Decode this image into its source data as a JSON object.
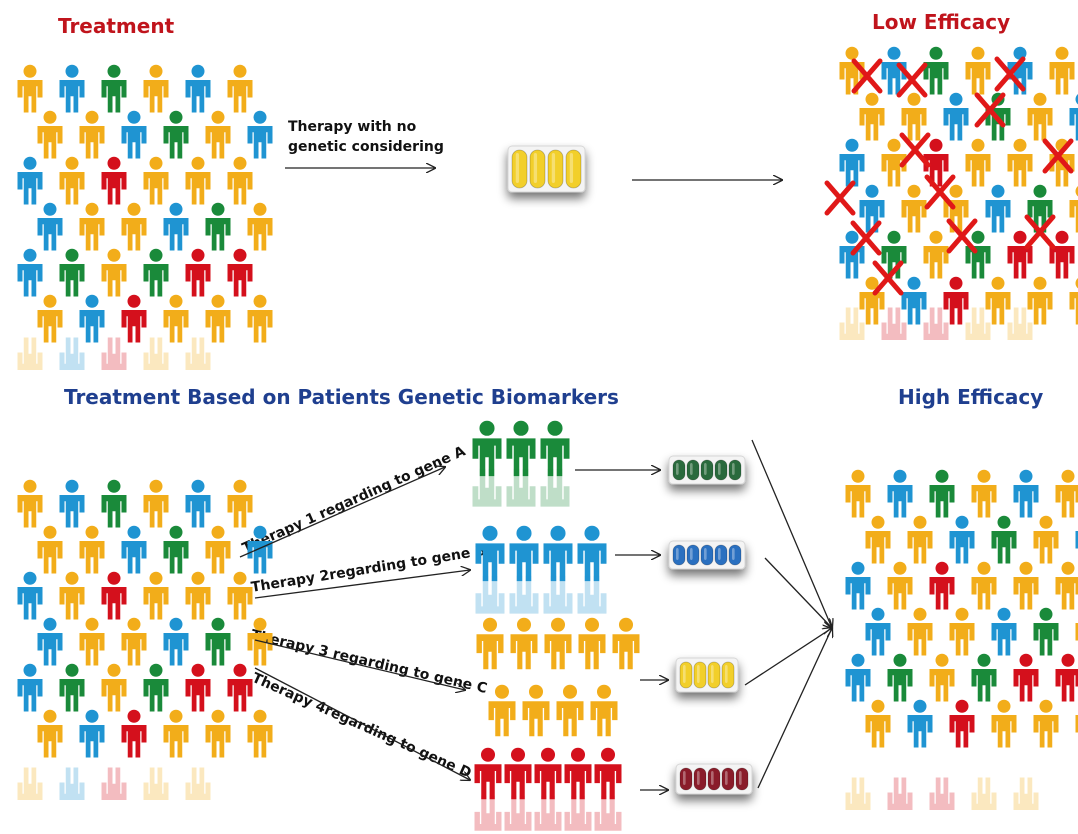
{
  "titles": {
    "treatment": "Treatment",
    "low_efficacy": "Low Efficacy",
    "genetic_treatment": "Treatment  Based on Patients  Genetic  Biomarkers",
    "high_efficacy": "High Efficacy"
  },
  "labels": {
    "no_genetic_line1": "Therapy  with no",
    "no_genetic_line2": "genetic considering",
    "therapy1": "Therapy 1 regarding to gene A",
    "therapy2": "Therapy 2regarding  to gene B",
    "therapy3": "Therapy 3  regarding to gene C",
    "therapy4": "Therapy 4regarding to gene D"
  },
  "colors": {
    "yellow": "#f2ad1a",
    "blue": "#1f94d2",
    "green": "#1a8a3a",
    "red": "#d4101c",
    "cross": "#e01818",
    "title_red": "#c0141c",
    "title_blue": "#1f3f8f",
    "pill_yellow": "#f2cf2a",
    "pill_green": "#2c6b3c",
    "pill_blue": "#2a6fc0",
    "pill_red": "#8a1d2a"
  },
  "groups": {
    "mixed_population": [
      "yellow",
      "blue",
      "green",
      "yellow",
      "blue",
      "yellow",
      "yellow",
      "yellow",
      "blue",
      "green",
      "yellow",
      "blue",
      "blue",
      "yellow",
      "red",
      "yellow",
      "yellow",
      "yellow",
      "blue",
      "yellow",
      "yellow",
      "blue",
      "green",
      "yellow",
      "blue",
      "green",
      "yellow",
      "green",
      "red",
      "red",
      "yellow",
      "blue",
      "red",
      "yellow",
      "yellow",
      "yellow"
    ],
    "low_efficacy_crossed_count": 12
  }
}
